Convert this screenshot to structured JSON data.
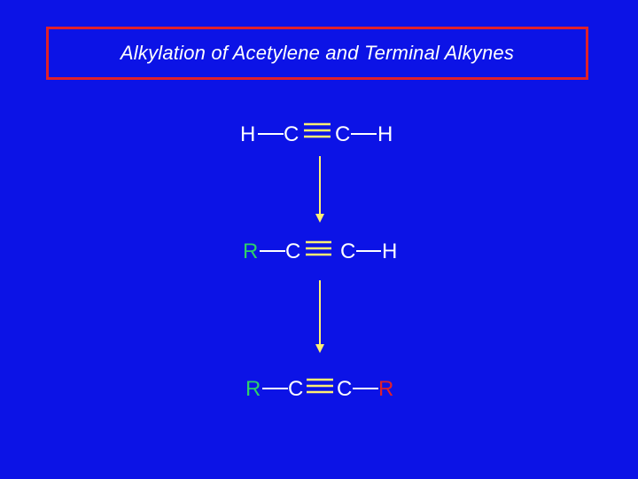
{
  "slide": {
    "title": "Alkylation of Acetylene and Terminal Alkynes"
  },
  "molecules": [
    {
      "left": "H",
      "c1": "C",
      "c2": "C",
      "right": "H"
    },
    {
      "left": "R",
      "c1": "C",
      "c2": "C",
      "right": "H"
    },
    {
      "left": "R",
      "c1": "C",
      "c2": "C",
      "right": "R"
    }
  ],
  "colors": {
    "background": "#0c13e6",
    "title_border": "#e0202a",
    "text": "#ffffff",
    "alkyl_group_1": "#2ecf6a",
    "alkyl_group_2": "#e0202a",
    "arrow_and_bond": "#ffef72"
  }
}
